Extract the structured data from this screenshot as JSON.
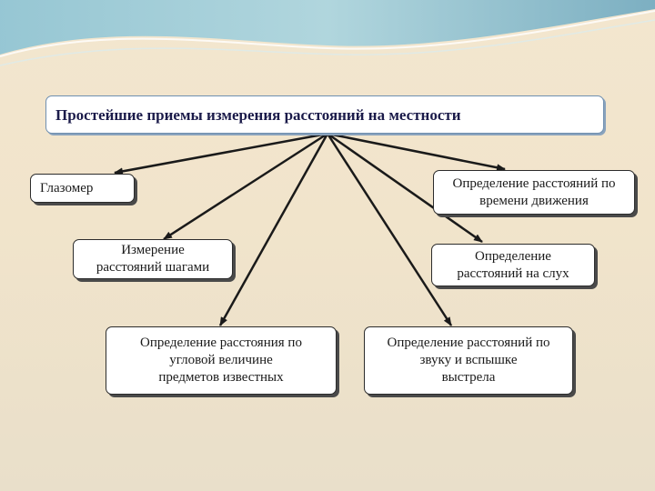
{
  "diagram": {
    "title": "Простейшие приемы измерения расстояний на местности",
    "nodes": [
      {
        "id": "glazomer",
        "label": "Глазомер"
      },
      {
        "id": "steps",
        "label": "Измерение\nрасстояний шагами"
      },
      {
        "id": "angular",
        "label": "Определение расстояния по\nугловой величине\nпредметов известных"
      },
      {
        "id": "movement_time",
        "label": "Определение расстояний по\nвремени движения"
      },
      {
        "id": "hearing",
        "label": "Определение\nрасстояний на слух"
      },
      {
        "id": "sound_flash",
        "label": "Определение расстояний по\nзвуку и вспышке\nвыстрела"
      }
    ],
    "colors": {
      "background": "#f3e6cf",
      "wave": "#7fb8cc",
      "title_text": "#1b1b4a",
      "arrow": "#1a1a1a"
    }
  }
}
